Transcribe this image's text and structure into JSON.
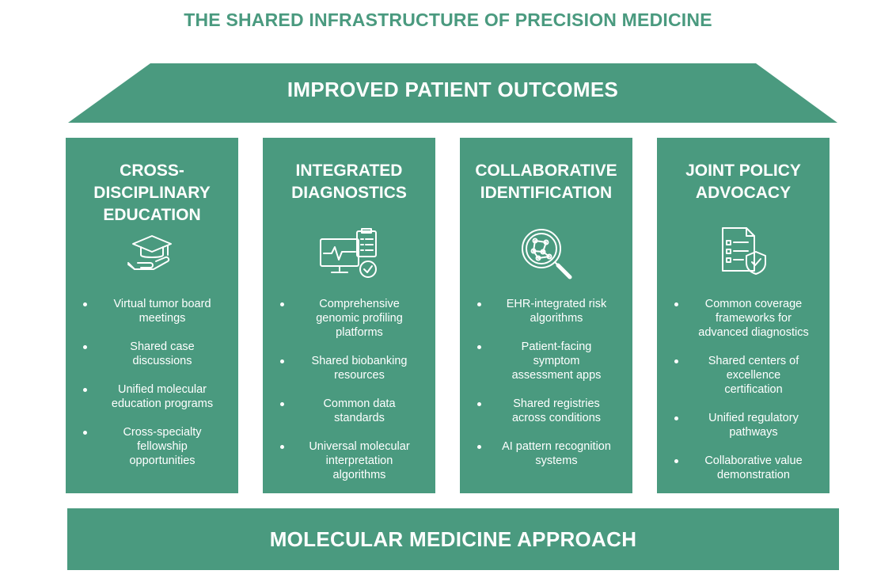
{
  "title": "THE SHARED INFRASTRUCTURE OF PRECISION MEDICINE",
  "roof_label": "IMPROVED PATIENT OUTCOMES",
  "base_label": "MOLECULAR MEDICINE APPROACH",
  "colors": {
    "primary": "#4a9a7f",
    "text_on_primary": "#ffffff"
  },
  "pillars": [
    {
      "title": "CROSS-\nDISCIPLINARY\nEDUCATION",
      "icon": "graduation-cap-hand-icon",
      "items": [
        "Virtual tumor board\nmeetings",
        "Shared case\ndiscussions",
        "Unified molecular\neducation programs",
        "Cross-specialty\nfellowship\nopportunities"
      ]
    },
    {
      "title": "INTEGRATED\nDIAGNOSTICS",
      "icon": "monitor-clipboard-icon",
      "items": [
        "Comprehensive\ngenomic profiling\nplatforms",
        "Shared biobanking\nresources",
        "Common data\nstandards",
        "Universal molecular\ninterpretation\nalgorithms"
      ]
    },
    {
      "title": "COLLABORATIVE\nIDENTIFICATION",
      "icon": "magnifier-network-icon",
      "items": [
        "EHR-integrated risk\nalgorithms",
        "Patient-facing\nsymptom\nassessment apps",
        "Shared registries\nacross conditions",
        "AI pattern recognition\nsystems"
      ]
    },
    {
      "title": "JOINT POLICY\nADVOCACY",
      "icon": "document-shield-icon",
      "items": [
        "Common coverage\nframeworks for\nadvanced diagnostics",
        "Shared centers of\nexcellence\ncertification",
        "Unified regulatory\npathways",
        "Collaborative value\ndemonstration"
      ]
    }
  ]
}
